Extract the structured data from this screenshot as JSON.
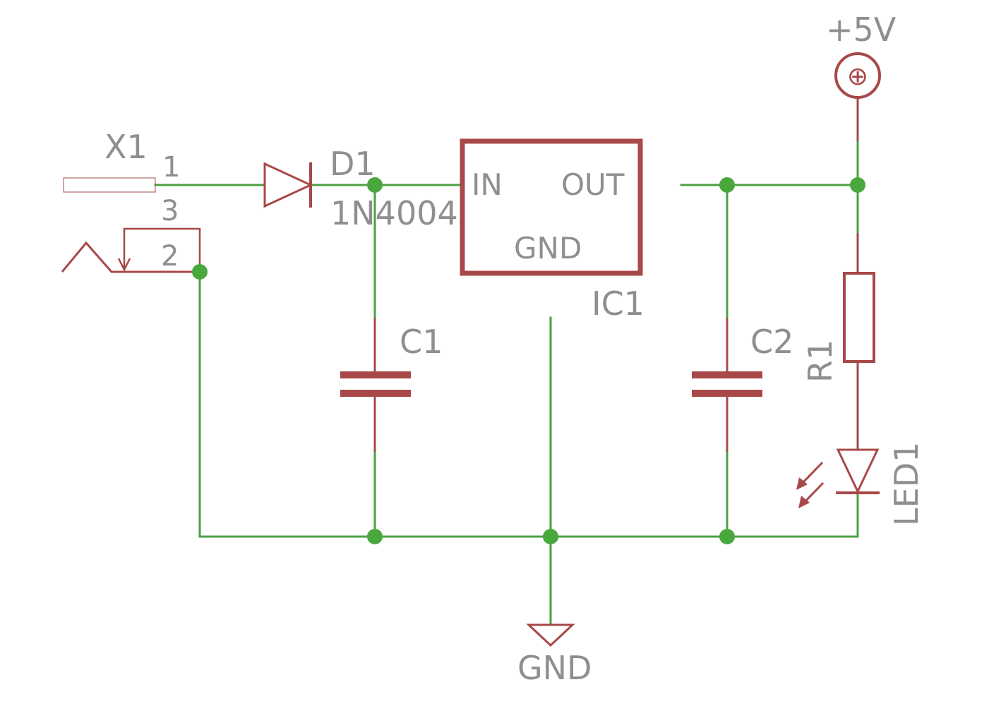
{
  "diagram": {
    "colors": {
      "wire": "#4aa043",
      "junction": "#48a83d",
      "component": "#a84848",
      "label": "#8f8f8f",
      "background": "#ffffff"
    },
    "connector": {
      "name": "X1",
      "pins": {
        "p1": "1",
        "p3": "3",
        "p2": "2"
      }
    },
    "diode": {
      "name": "D1",
      "value": "1N4004"
    },
    "regulator": {
      "name": "IC1",
      "pins": {
        "in": "IN",
        "out": "OUT",
        "gnd": "GND"
      }
    },
    "capacitor1": {
      "name": "C1"
    },
    "capacitor2": {
      "name": "C2"
    },
    "resistor": {
      "name": "R1"
    },
    "led": {
      "name": "LED1"
    },
    "supply": {
      "name": "+5V",
      "symbol": "⊕"
    },
    "ground": {
      "name": "GND"
    }
  }
}
